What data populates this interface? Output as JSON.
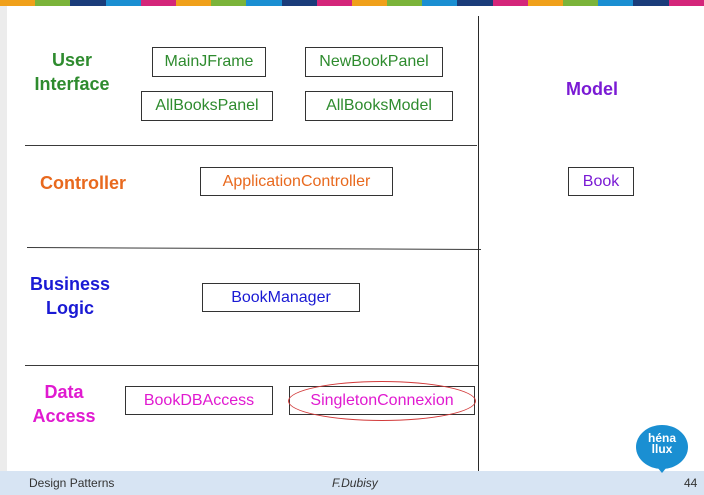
{
  "colors": {
    "top_stripes": [
      "#f0a01a",
      "#7bb43a",
      "#1a3c7a",
      "#1a8fd2",
      "#d4267a",
      "#f0a01a",
      "#7bb43a",
      "#1a8fd2",
      "#1a3c7a",
      "#d4267a",
      "#f0a01a",
      "#7bb43a",
      "#1a8fd2",
      "#1a3c7a",
      "#d4267a",
      "#f0a01a",
      "#7bb43a",
      "#1a8fd2",
      "#1a3c7a",
      "#d4267a"
    ],
    "user_interface": "#2e8b2e",
    "controller": "#e8691e",
    "business_logic": "#1a1ad4",
    "data_access": "#e01ad0",
    "model": "#7a1ad4",
    "footer": "#d7e4f3",
    "logo": "#1a8fd2"
  },
  "layers": {
    "user_interface": {
      "label_line1": "User",
      "label_line2": "Interface",
      "boxes": [
        "MainJFrame",
        "NewBookPanel",
        "AllBooksPanel",
        "AllBooksModel"
      ]
    },
    "controller": {
      "label": "Controller",
      "boxes": [
        "ApplicationController"
      ]
    },
    "business_logic": {
      "label_line1": "Business",
      "label_line2": "Logic",
      "boxes": [
        "BookManager"
      ]
    },
    "data_access": {
      "label_line1": "Data",
      "label_line2": "Access",
      "boxes": [
        "BookDBAccess",
        "SingletonConnexion"
      ]
    },
    "model": {
      "label": "Model",
      "boxes": [
        "Book"
      ]
    }
  },
  "footer": {
    "left": "Design Patterns",
    "center": "F.Dubisy",
    "page_number": "44"
  },
  "logo": {
    "line1": "héna",
    "line2": "llux"
  }
}
